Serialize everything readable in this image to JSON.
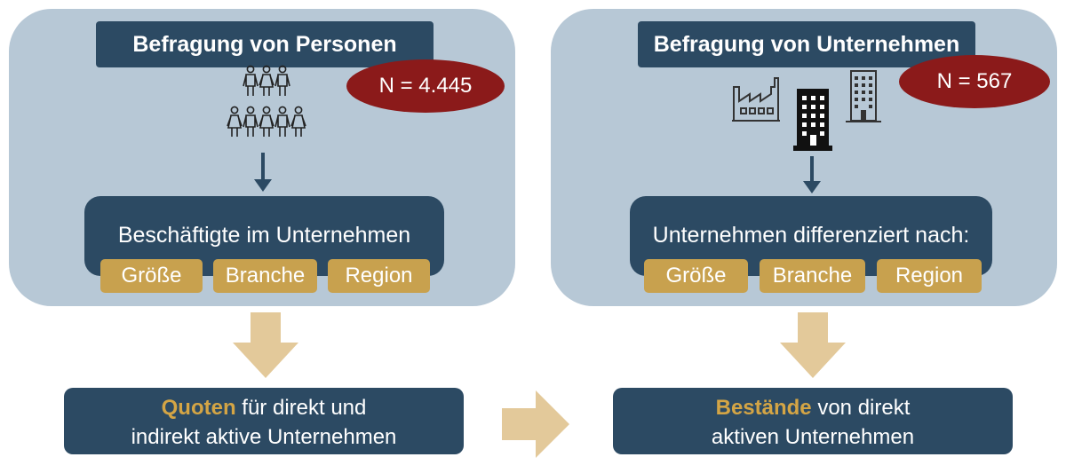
{
  "left": {
    "title": "Befragung von Personen",
    "badge": "N = 4.445",
    "box_label": "Beschäftigte im Unternehmen",
    "chips": [
      "Größe",
      "Branche",
      "Region"
    ]
  },
  "right": {
    "title": "Befragung von Unternehmen",
    "badge": "N = 567",
    "box_label": "Unternehmen differenziert nach:",
    "chips": [
      "Größe",
      "Branche",
      "Region"
    ]
  },
  "bottom_left": {
    "accent": "Quoten",
    "line1_rest": " für direkt und",
    "line2": "indirekt aktive Unternehmen"
  },
  "bottom_right": {
    "accent": "Bestände",
    "line1_rest": " von direkt",
    "line2": "aktiven Unternehmen"
  },
  "colors": {
    "panel": "#b7c8d6",
    "dark": "#2c4a63",
    "badge": "#8b1a1a",
    "gold": "#c8a14e",
    "arrow": "#e3c99a"
  },
  "icons": [
    "people-group-icon",
    "factory-icon",
    "office-building-dark-icon",
    "office-building-light-icon"
  ]
}
